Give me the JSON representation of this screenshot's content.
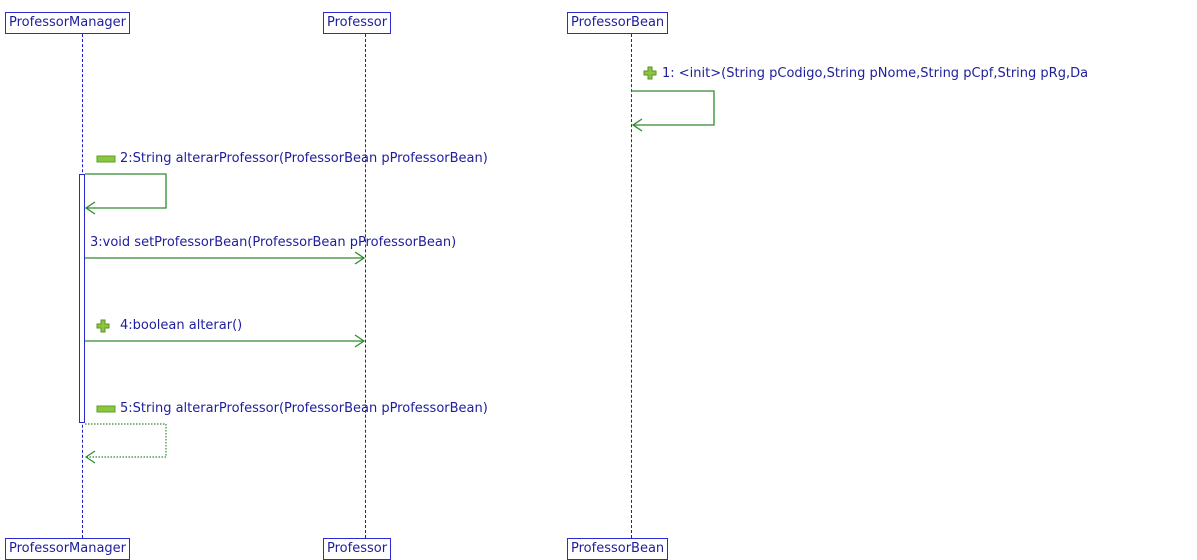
{
  "lifelines": {
    "professor_manager": "ProfessorManager",
    "professor": "Professor",
    "professor_bean": "ProfessorBean"
  },
  "messages": [
    {
      "text": "1: <init>(String pCodigo,String pNome,String pCpf,String pRg,Da",
      "marker": "expand-plus-icon"
    },
    {
      "text": "2:String alterarProfessor(ProfessorBean pProfessorBean)",
      "marker": "collapse-minus-icon"
    },
    {
      "text": "3:void setProfessorBean(ProfessorBean pProfessorBean)",
      "marker": ""
    },
    {
      "text": "4:boolean alterar()",
      "marker": "expand-plus-icon"
    },
    {
      "text": "5:String alterarProfessor(ProfessorBean pProfessorBean)",
      "marker": "collapse-minus-icon"
    }
  ],
  "colors": {
    "lifeline": "#1e1ec8",
    "message_line": "#2e8b2e",
    "plus_icon": "#8cc63f",
    "minus_icon": "#5aa02c"
  }
}
